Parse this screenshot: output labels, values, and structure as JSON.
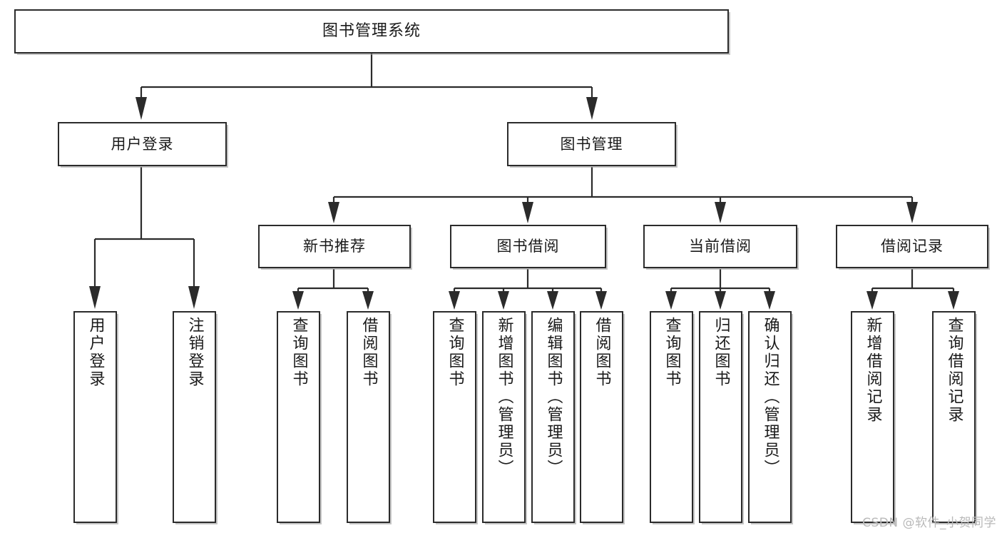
{
  "diagram": {
    "title": "图书管理系统",
    "type": "tree-hierarchy",
    "levels": 4,
    "root": {
      "label": "图书管理系统"
    },
    "level2": [
      {
        "label": "用户登录"
      },
      {
        "label": "图书管理"
      }
    ],
    "level3": [
      {
        "label": "新书推荐"
      },
      {
        "label": "图书借阅"
      },
      {
        "label": "当前借阅"
      },
      {
        "label": "借阅记录"
      }
    ],
    "leaves": {
      "user_login": [
        {
          "label": "用户登录"
        },
        {
          "label": "注销登录"
        }
      ],
      "new_book_recommend": [
        {
          "label": "查询图书"
        },
        {
          "label": "借阅图书"
        }
      ],
      "book_borrow": [
        {
          "label": "查询图书"
        },
        {
          "label": "新增图书（管理员）"
        },
        {
          "label": "编辑图书（管理员）"
        },
        {
          "label": "借阅图书"
        }
      ],
      "current_borrow": [
        {
          "label": "查询图书"
        },
        {
          "label": "归还图书"
        },
        {
          "label": "确认归还（管理员）"
        }
      ],
      "borrow_record": [
        {
          "label": "新增借阅记录"
        },
        {
          "label": "查询借阅记录"
        }
      ]
    }
  },
  "watermark": {
    "text": "CSDN @软件_小贺同学"
  },
  "colors": {
    "stroke": "#2b2b2b",
    "background": "#ffffff",
    "shadow": "#969696",
    "watermark": "#b9b9b9"
  }
}
